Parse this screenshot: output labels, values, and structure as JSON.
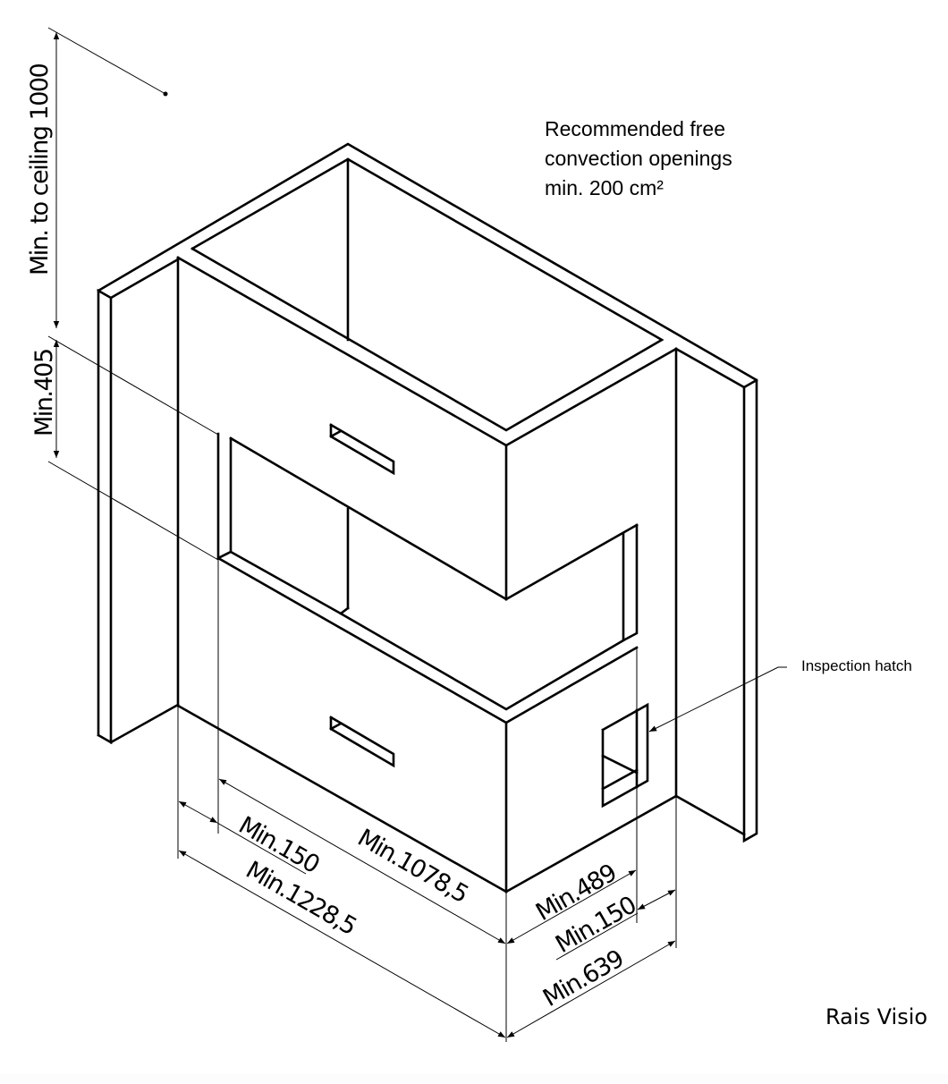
{
  "notes": {
    "convection": [
      "Recommended free",
      "convection openings",
      "min. 200 cm²"
    ],
    "inspection_hatch": "Inspection hatch"
  },
  "dimensions": {
    "ceiling": "Min. to ceiling 1000",
    "upper_gap": "Min.405",
    "left_offset": "Min.150",
    "inner_length": "Min.1078,5",
    "total_length": "Min.1228,5",
    "inner_depth": "Min.489",
    "right_offset": "Min.150",
    "total_depth": "Min.639"
  },
  "brand": "Rais Visio",
  "colors": {
    "line": "#000000",
    "background": "#ffffff"
  }
}
